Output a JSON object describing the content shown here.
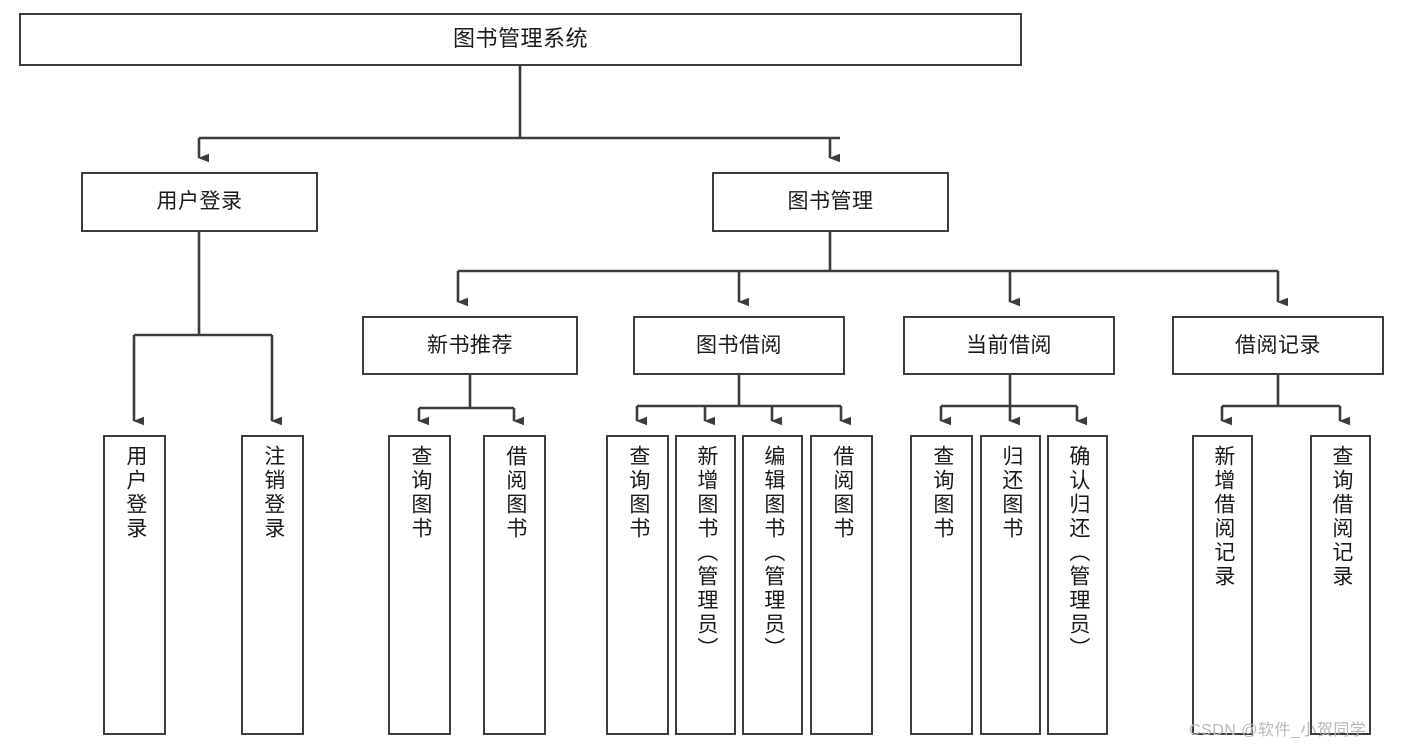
{
  "diagram": {
    "title": "图书管理系统",
    "type": "tree-hierarchy-chart",
    "orientation": "top-down",
    "colors": {
      "box_border": "#3c3c3c",
      "box_fill": "#ffffff",
      "edge": "#3c3c3c",
      "text": "#1a1a1a",
      "watermark": "#b9b9b9",
      "background": "#ffffff"
    }
  },
  "root": {
    "label": "图书管理系统"
  },
  "level2": [
    {
      "id": "user-login",
      "label": "用户登录"
    },
    {
      "id": "book-management",
      "label": "图书管理"
    }
  ],
  "level3": [
    {
      "id": "new-book-recommend",
      "label": "新书推荐"
    },
    {
      "id": "book-borrow",
      "label": "图书借阅"
    },
    {
      "id": "current-borrow",
      "label": "当前借阅"
    },
    {
      "id": "borrow-record",
      "label": "借阅记录"
    }
  ],
  "leaves": {
    "user_login": [
      {
        "id": "leaf-user-login",
        "label": "用户登录"
      },
      {
        "id": "leaf-logout-login",
        "label": "注销登录"
      }
    ],
    "new_book_recommend": [
      {
        "id": "leaf-query-book-1",
        "label": "查询图书"
      },
      {
        "id": "leaf-borrow-book-1",
        "label": "借阅图书"
      }
    ],
    "book_borrow": [
      {
        "id": "leaf-query-book-2",
        "label": "查询图书"
      },
      {
        "id": "leaf-add-book-admin",
        "label": "新增图书（管理员）"
      },
      {
        "id": "leaf-edit-book-admin",
        "label": "编辑图书（管理员）"
      },
      {
        "id": "leaf-borrow-book-2",
        "label": "借阅图书"
      }
    ],
    "current_borrow": [
      {
        "id": "leaf-query-book-3",
        "label": "查询图书"
      },
      {
        "id": "leaf-return-book",
        "label": "归还图书"
      },
      {
        "id": "leaf-confirm-return-admin",
        "label": "确认归还（管理员）"
      }
    ],
    "borrow_record": [
      {
        "id": "leaf-add-borrow-record",
        "label": "新增借阅记录"
      },
      {
        "id": "leaf-query-borrow-record",
        "label": "查询借阅记录"
      }
    ]
  },
  "watermark": {
    "text": "CSDN @软件_小贺同学"
  }
}
